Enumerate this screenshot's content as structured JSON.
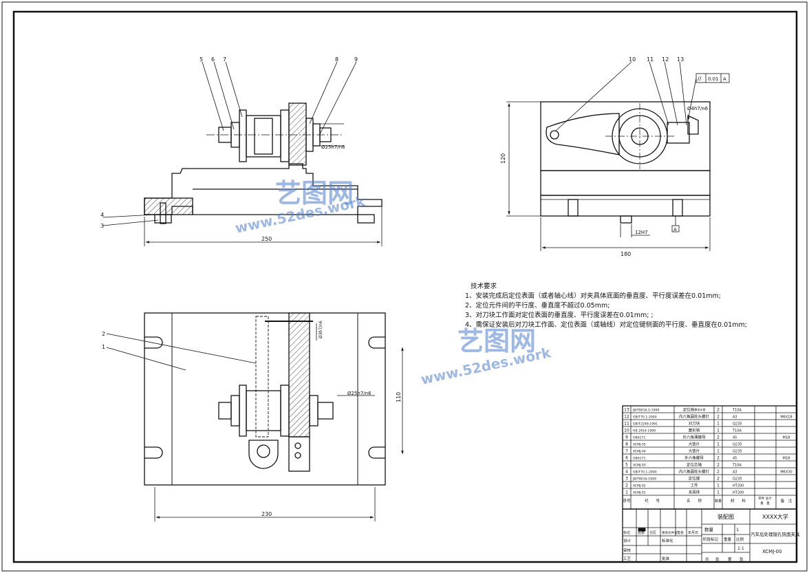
{
  "drawing": {
    "front_view": {
      "balloons": [
        "5",
        "6",
        "7",
        "8",
        "9",
        "4",
        "3"
      ],
      "dim_width": "250",
      "dim_fit": "Ø25h7/n6"
    },
    "side_view": {
      "balloons": [
        "10",
        "11",
        "12",
        "13"
      ],
      "dim_height": "120",
      "dim_width": "180",
      "dim_slot": "12H7",
      "dim_fit": "Ø4h7/n6",
      "datum": "A",
      "tolerance_symbol": "//",
      "tolerance_value": "0.01",
      "tolerance_datum": "A"
    },
    "top_view": {
      "balloons": [
        "2",
        "1"
      ],
      "dim_width": "230",
      "dim_height": "110",
      "dim_fit": "Ø25h7/n6",
      "dim_fit_vertical": "Ø3h7/n6"
    }
  },
  "requirements": {
    "title": "技术要求",
    "items": [
      "1、安装完成后定位表面（或者轴心线）对夹具体底面的垂直度、平行度误差在0.01mm;",
      "2、定位元件间的平行度、垂直度不超过0.05mm;",
      "3、对刀块工作面对定位表面的垂直度、平行度误差在0.01mm; ;",
      "4、需保证安装后对刀块工作面、定位表面（或轴线）对定位键侧面的平行度、垂直度在0.01mm;"
    ]
  },
  "watermark": {
    "brand": "艺图网",
    "url": "www.52des.work"
  },
  "bom": {
    "rows": [
      {
        "no": "13",
        "code": "JB/T8016.5-1999",
        "name": "定位销Φ4×8",
        "qty": "2",
        "mat": "T10A",
        "note": ""
      },
      {
        "no": "12",
        "code": "GB/T70.1-2000",
        "name": "内六角圆柱头螺钉",
        "qty": "2",
        "mat": "A3",
        "note": "M6X18"
      },
      {
        "no": "11",
        "code": "GB/T2248-1991",
        "name": "对刀块",
        "qty": "1",
        "mat": "Q235",
        "note": ""
      },
      {
        "no": "10",
        "code": "HB 2454-1999",
        "name": "菱形销",
        "qty": "1",
        "mat": "T10A",
        "note": ""
      },
      {
        "no": "9",
        "code": "GB6171",
        "name": "外六角薄螺母",
        "qty": "2",
        "mat": "45",
        "note": "M18"
      },
      {
        "no": "8",
        "code": "XCMJ-05",
        "name": "大垫片",
        "qty": "1",
        "mat": "Q235",
        "note": ""
      },
      {
        "no": "7",
        "code": "XCMJ-04",
        "name": "大垫片",
        "qty": "1",
        "mat": "Q235",
        "note": ""
      },
      {
        "no": "6",
        "code": "GB6171",
        "name": "外六角螺母",
        "qty": "2",
        "mat": "45",
        "note": "M18"
      },
      {
        "no": "5",
        "code": "XCMJ-03",
        "name": "定位芯轴",
        "qty": "2",
        "mat": "T10A",
        "note": ""
      },
      {
        "no": "4",
        "code": "GB/T70.1-2000",
        "name": "内六角圆柱头螺钉",
        "qty": "2",
        "mat": "A3",
        "note": "M6X30"
      },
      {
        "no": "3",
        "code": "JB/T8016-1999",
        "name": "定位键",
        "qty": "2",
        "mat": "Q235",
        "note": ""
      },
      {
        "no": "2",
        "code": "XCMJ-02",
        "name": "工件",
        "qty": "1",
        "mat": "HT200",
        "note": ""
      },
      {
        "no": "1",
        "code": "XCMJ-01",
        "name": "夹具体",
        "qty": "1",
        "mat": "HT200",
        "note": ""
      }
    ],
    "header": {
      "no": "序号",
      "code": "代　　号",
      "name": "名　　称",
      "qty": "数量",
      "mat": "材　　料",
      "weight": "单件 总计",
      "weight2": "重　量",
      "note": "备　注"
    }
  },
  "title_block": {
    "drawing_type": "装配图",
    "school": "XXXX大学",
    "qty_label": "数量",
    "qty_value": "1",
    "product": "汽车后处理镗孔铣面夹具",
    "stage_label": "阶段标记",
    "weight_label": "重量",
    "scale_label": "比例",
    "scale_value": "1:1",
    "drawing_no": "XCMJ-00",
    "rev_labels": [
      "标记",
      "处数",
      "分区",
      "更改文件号",
      "签名",
      "年月日"
    ],
    "roles": [
      "设计",
      "审核",
      "工艺"
    ],
    "standard_label": "标准化",
    "approve_label": "批准",
    "sheet_labels": [
      "共",
      "张",
      "第",
      "张"
    ]
  },
  "colors": {
    "line": "#111111",
    "hatch": "#444444",
    "watermark": "#4f7fd0"
  }
}
